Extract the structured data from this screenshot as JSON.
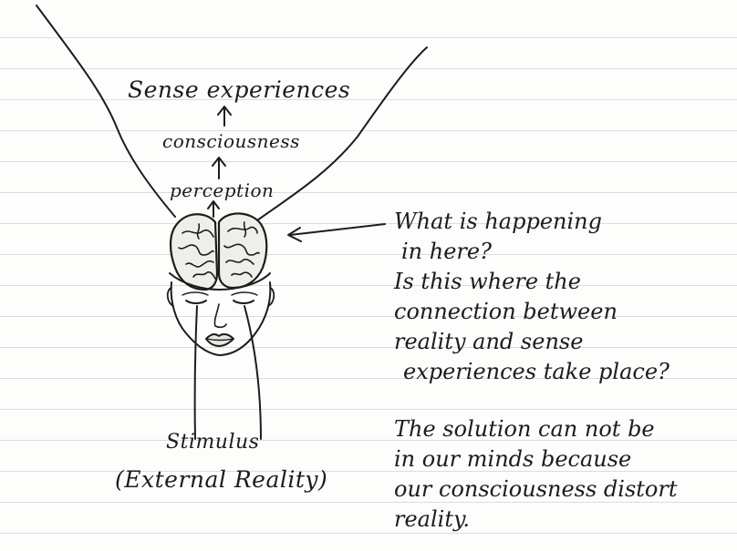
{
  "labels": {
    "sense_experiences": "Sense experiences",
    "consciousness": "consciousness",
    "perception": "perception",
    "stimulus": "Stimulus",
    "external_reality": "(External Reality)"
  },
  "question_note": [
    "What is happening",
    "in here?",
    "Is this where the",
    "connection between",
    "reality and sense",
    "experiences take place?"
  ],
  "solution_note": [
    "The solution can not be",
    "in our minds because",
    "our consciousness distort",
    "reality."
  ],
  "colors": {
    "ink": "#1c1c1c",
    "paper": "#fdfdfb",
    "rule": "#d9dde2"
  },
  "icons": [
    "head-with-open-brain",
    "arrow-up",
    "arrow-left"
  ]
}
